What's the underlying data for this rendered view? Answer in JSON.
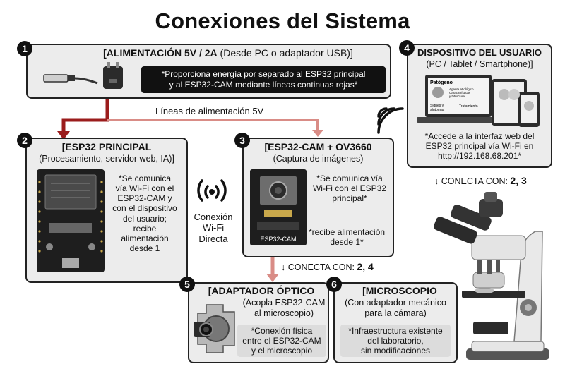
{
  "title": "Conexiones del Sistema",
  "power": {
    "number": "1",
    "heading": "[ALIMENTACIÓN 5V / 2A",
    "heading_rest": " (Desde PC o adaptador USB)]",
    "note_line1": "*Proporciona energía por separado al ESP32 principal",
    "note_line2": "y al ESP32-CAM mediante líneas continuas rojas*",
    "lines_label": "Líneas de alimentación 5V"
  },
  "esp32": {
    "number": "2",
    "heading": "[ESP32 PRINCIPAL",
    "subtitle": "(Procesamiento, servidor web, IA)]",
    "note_lines": [
      "*Se comunica",
      "vía Wi-Fi con el",
      "ESP32-CAM y",
      "con el dispositivo",
      "del usuario;",
      "recibe",
      "alimentación",
      "desde 1"
    ]
  },
  "wifi": {
    "lines": [
      "Conexión",
      "Wi-Fi",
      "Directa"
    ]
  },
  "cam": {
    "number": "3",
    "heading": "[ESP32-CAM + OV3660",
    "subtitle": "(Captura de imágenes)",
    "note1_lines": [
      "*Se comunica vía",
      "Wi-Fi con el ESP32",
      "principal*"
    ],
    "note2_lines": [
      "*recibe alimentación",
      "desde 1*"
    ],
    "board_label": "ESP32-CAM",
    "connects_prefix": "↓ CONECTA CON: ",
    "connects_value": "2, 4"
  },
  "device": {
    "number": "4",
    "heading": "DISPOSITIVO DEL USUARIO",
    "subtitle": "(PC / Tablet / Smartphone)]",
    "screen_title": "Patógeno",
    "screen_lines": [
      "Agente etiológico",
      "Características",
      "y bifroclure"
    ],
    "screen_bottom_left": "Signes y",
    "screen_bottom_left2": "síntomas",
    "screen_bottom_right": "Tratamiento",
    "note_lines": [
      "*Accede a la interfaz web del",
      "ESP32 principal vía Wi-Fi en",
      "http://192.168.68.201*"
    ],
    "connects_prefix": "↓ CONECTA CON: ",
    "connects_value": "2, 3"
  },
  "adapter": {
    "number": "5",
    "heading": "[ADAPTADOR ÓPTICO",
    "subtitle_lines": [
      "(Acopla ESP32-CAM",
      "al microscopio)"
    ],
    "note_lines": [
      "*Conexión física",
      "entre el ESP32-CAM",
      "y el microscopio"
    ]
  },
  "microscope": {
    "number": "6",
    "heading": "[MICROSCOPIO",
    "subtitle_lines": [
      "(Con adaptador mecánico",
      "para la cámara)"
    ],
    "note_lines": [
      "*Infraestructura existente",
      "del laboratorio,",
      "sin modificaciones"
    ]
  },
  "colors": {
    "power_line": "#9b1c1c",
    "power_line_light": "#d98c86",
    "box_fill": "#ececec",
    "border": "#222222"
  }
}
